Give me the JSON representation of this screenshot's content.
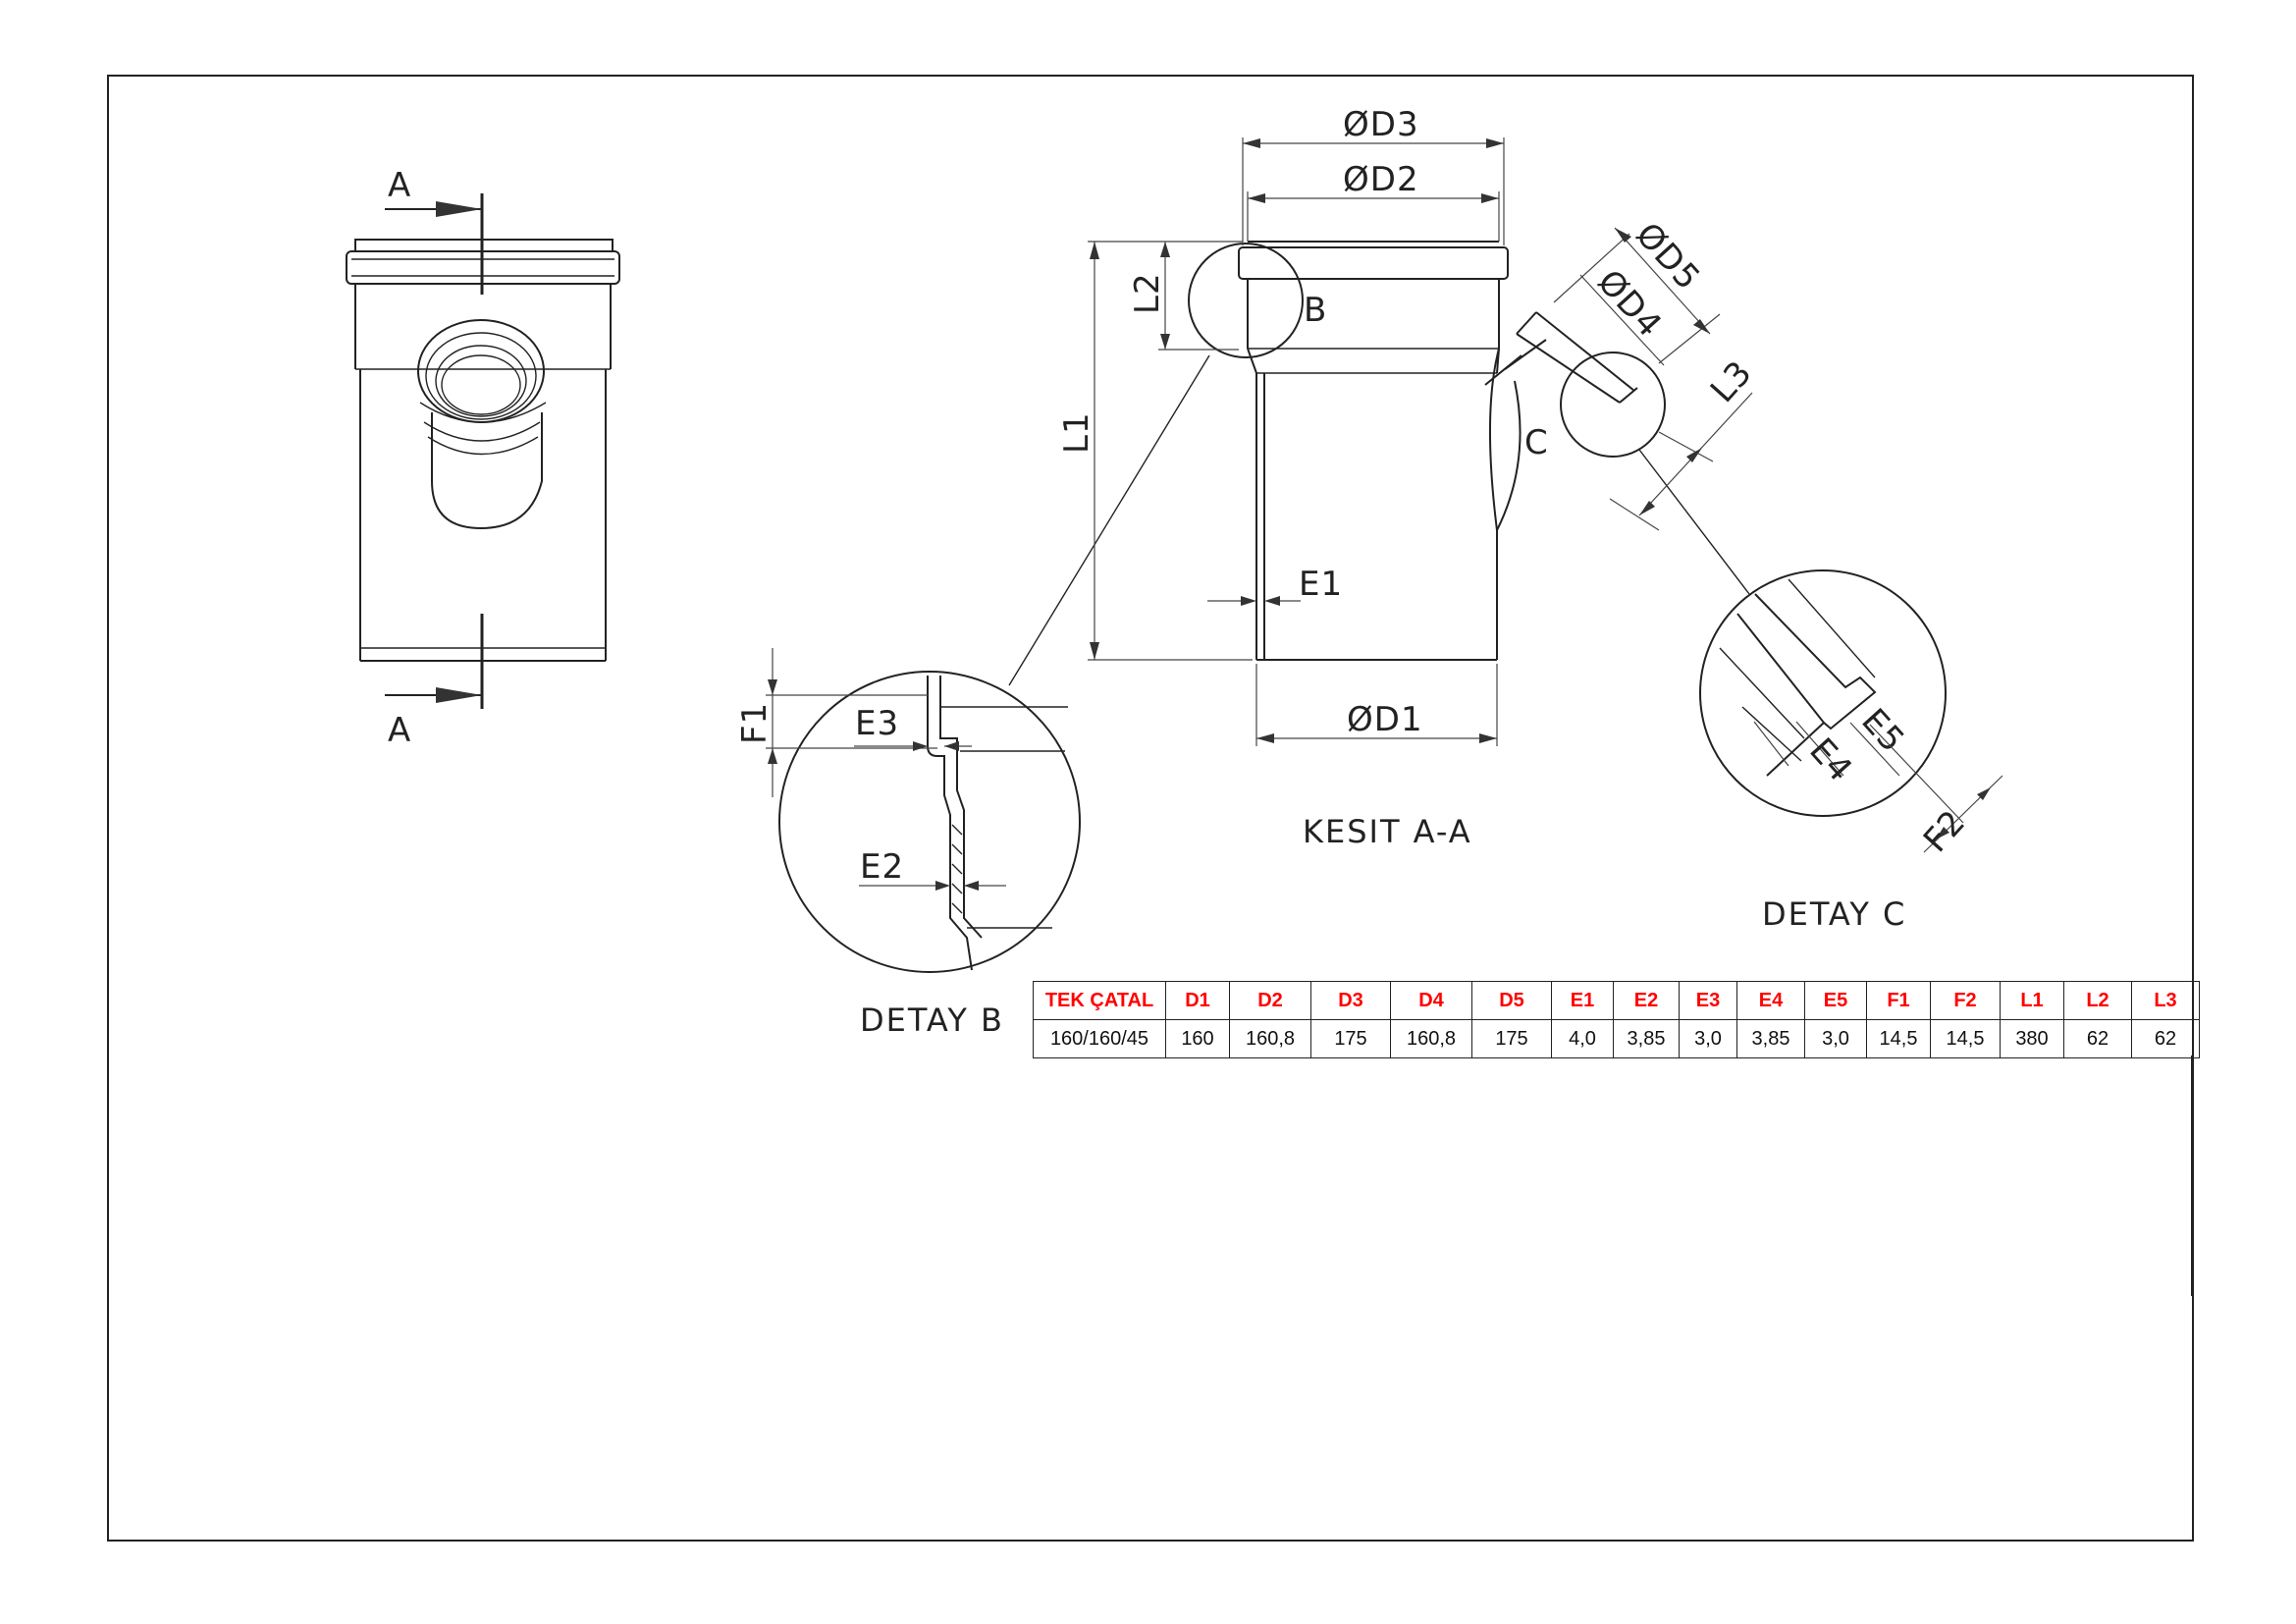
{
  "views": {
    "section_marker": "A",
    "section_title": "KESIT A-A",
    "detail_b_title": "DETAY B",
    "detail_c_title": "DETAY C",
    "detail_b_marker": "B",
    "detail_c_marker": "C"
  },
  "dimensions": {
    "d1": "ØD1",
    "d2": "ØD2",
    "d3": "ØD3",
    "d4": "ØD4",
    "d5": "ØD5",
    "l1": "L1",
    "l2": "L2",
    "l3": "L3",
    "e1": "E1",
    "e2": "E2",
    "e3": "E3",
    "e4": "E4",
    "e5": "E5",
    "f1": "F1",
    "f2": "F2"
  },
  "table": {
    "headers": [
      "TEK ÇATAL",
      "D1",
      "D2",
      "D3",
      "D4",
      "D5",
      "E1",
      "E2",
      "E3",
      "E4",
      "E5",
      "F1",
      "F2",
      "L1",
      "L2",
      "L3"
    ],
    "rows": [
      [
        "160/160/45",
        "160",
        "160,8",
        "175",
        "160,8",
        "175",
        "4,0",
        "3,85",
        "3,0",
        "3,85",
        "3,0",
        "14,5",
        "14,5",
        "380",
        "62",
        "62"
      ]
    ]
  }
}
